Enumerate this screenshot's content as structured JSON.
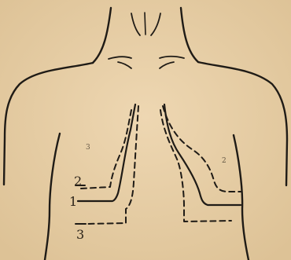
{
  "figure": {
    "paper_color": "#e8cfa6",
    "ink_color": "#1f1b16",
    "labels": {
      "line_1": "1",
      "line_2": "2",
      "line_3": "3",
      "mark_left": "3",
      "mark_right": "2"
    },
    "legend_styles": {
      "line_1": "solid",
      "line_2": "dashed",
      "line_3": "dashed"
    }
  }
}
